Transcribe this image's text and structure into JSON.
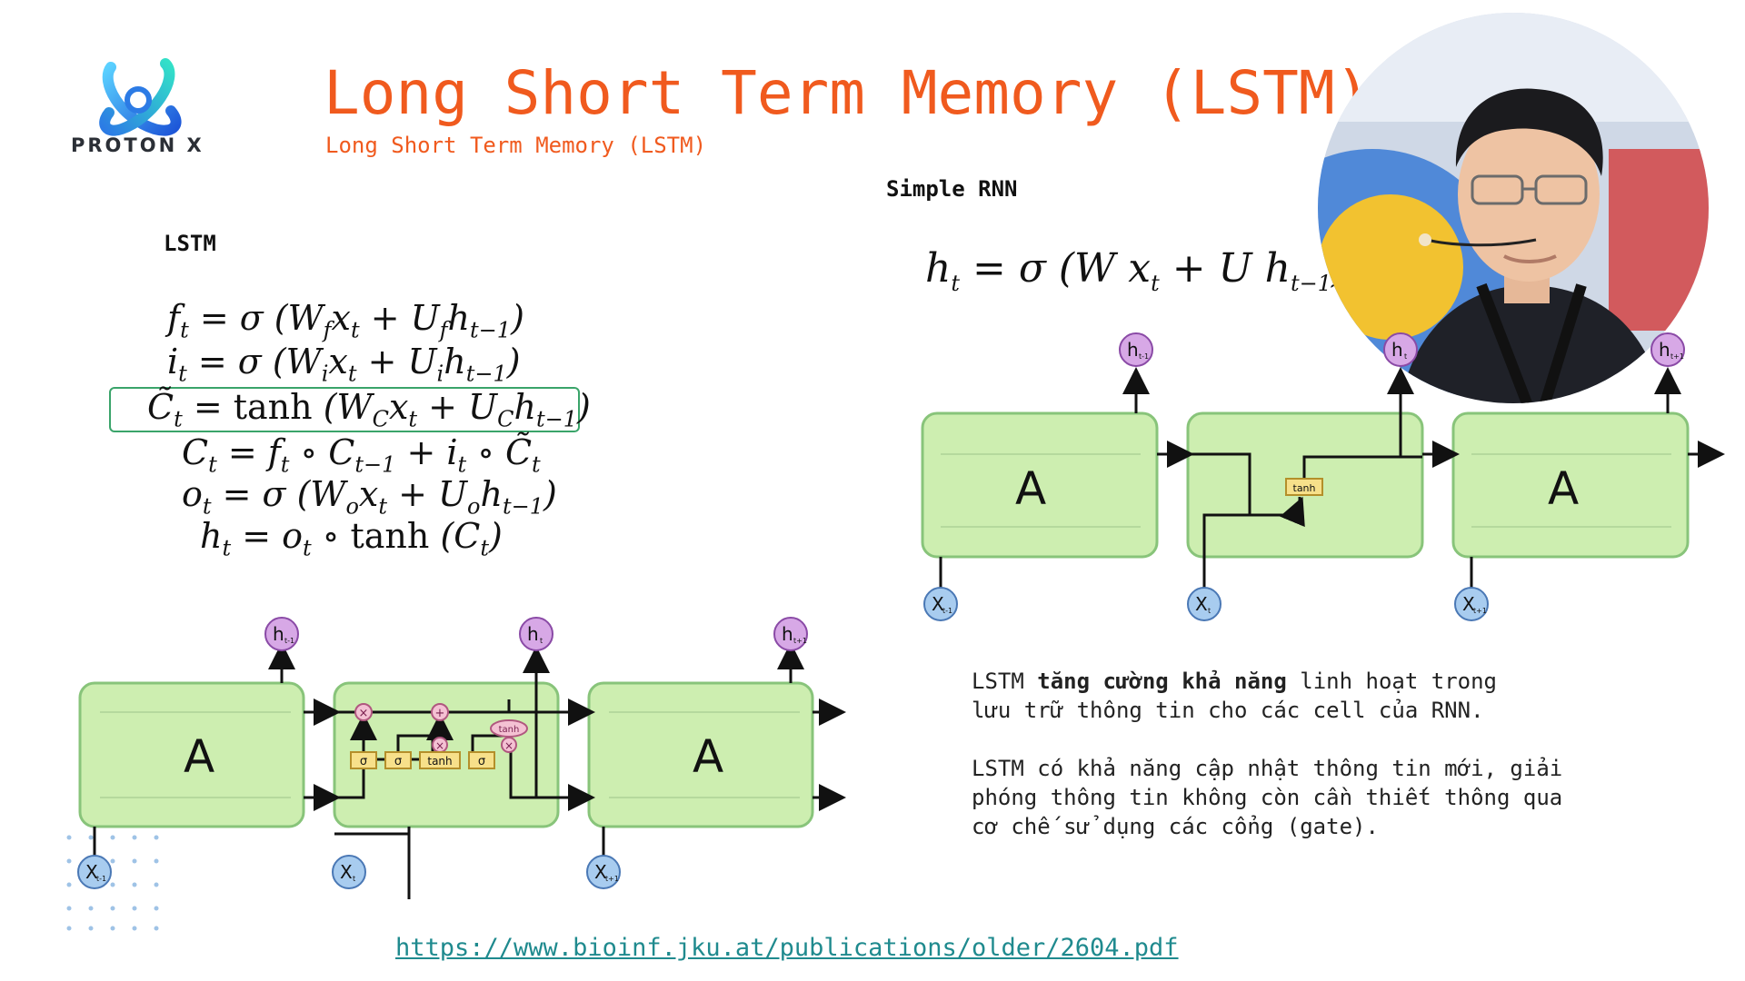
{
  "logo": {
    "text": "PROTON X",
    "icon": "proton-x-logo-icon"
  },
  "title": "Long Short Term Memory (LSTM)",
  "subtitle": "Long Short Term Memory (LSTM)",
  "lstm": {
    "heading": "LSTM",
    "diagram": {
      "cell_label": "A",
      "inputs": [
        "X",
        "X",
        "X"
      ],
      "input_subs": [
        "t-1",
        "t",
        "t+1"
      ],
      "outputs": [
        "h",
        "h",
        "h"
      ],
      "output_subs": [
        "t-1",
        "t",
        "t+1"
      ],
      "gates": [
        "σ",
        "σ",
        "tanh",
        "σ"
      ],
      "ops": [
        "×",
        "+",
        "×",
        "×",
        "tanh"
      ]
    }
  },
  "rnn": {
    "heading": "Simple RNN",
    "diagram": {
      "cell_label": "A",
      "inputs": [
        "X",
        "X",
        "X"
      ],
      "input_subs": [
        "t-1",
        "t",
        "t+1"
      ],
      "outputs": [
        "h",
        "h",
        "h"
      ],
      "output_subs": [
        "t-1",
        "t",
        "t+1"
      ],
      "gate": "tanh"
    }
  },
  "text": {
    "p1_pre": "LSTM ",
    "p1_bold": "tăng cường khả năng",
    "p1_post": " linh hoạt trong",
    "p1_line2": "lưu trữ thông tin cho các cell của RNN.",
    "p2_line1": "LSTM có khả năng cập nhật thông tin mới, giải",
    "p2_line2": "phóng thông tin không còn cần thiết thông qua",
    "p2_line3": "cơ chế sử dụng các cổng (gate)."
  },
  "link": "https://www.bioinf.jku.at/publications/older/2604.pdf",
  "colors": {
    "accent": "#f05a1e",
    "cell": "#cdeeb0",
    "input": "#a8ccef",
    "output": "#d7a8e6",
    "link": "#1f8a8e"
  }
}
